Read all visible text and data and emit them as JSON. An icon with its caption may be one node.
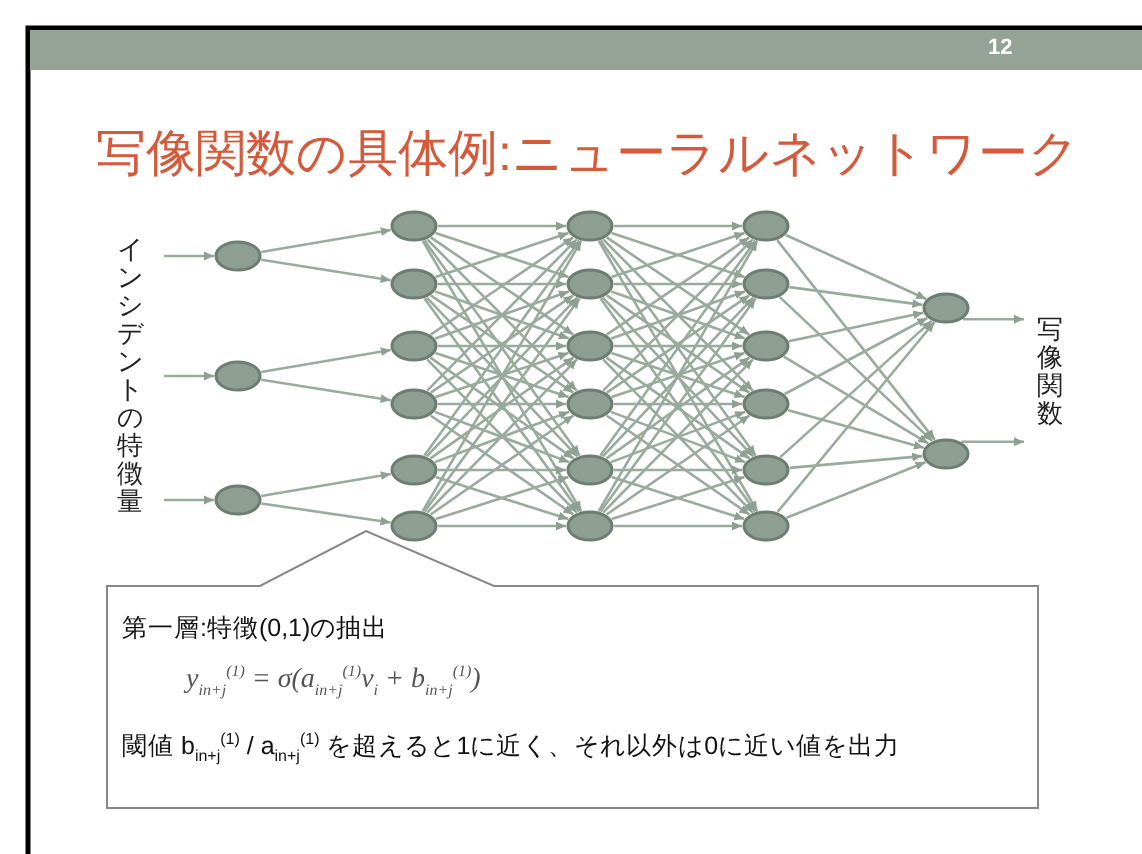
{
  "diagram": {
    "title": "写像関数の具体例:ニューラルネットワーク",
    "nodes": [
      {
        "text": [],
        "shape": "circle"
      },
      {
        "text": [],
        "shape": "circle"
      },
      {
        "text": [],
        "shape": "circle"
      },
      {
        "text": [],
        "shape": "circle"
      },
      {
        "text": [],
        "shape": "circle"
      },
      {
        "text": [],
        "shape": "circle"
      },
      {
        "text": [],
        "shape": "circle"
      },
      {
        "text": [],
        "shape": "circle"
      },
      {
        "text": [],
        "shape": "circle"
      },
      {
        "text": [],
        "shape": "circle"
      },
      {
        "text": [],
        "shape": "circle"
      },
      {
        "text": [],
        "shape": "circle"
      },
      {
        "text": [],
        "shape": "circle"
      },
      {
        "text": [],
        "shape": "circle"
      },
      {
        "text": [],
        "shape": "circle"
      },
      {
        "text": [],
        "shape": "circle"
      },
      {
        "text": [],
        "shape": "circle"
      },
      {
        "text": [],
        "shape": "circle"
      },
      {
        "text": [],
        "shape": "circle"
      },
      {
        "text": [],
        "shape": "circle"
      },
      {
        "text": [],
        "shape": "circle"
      },
      {
        "text": [],
        "shape": "circle"
      },
      {
        "text": [],
        "shape": "circle"
      },
      {
        "text": [
          "第一層:特徴(0,1)の抽出",
          "y$_{in+j}$$^{(1)}$ = σ(a$_{in+j}$$^{(1)}$v$_{i}$ + b$_{in+j}$$^{(1)}$)",
          "閾値 b$_{in+j}$$^{(1)}$ / a$_{in+j}$$^{(1)}$ を超えると1に近く、それ以外は0に近い値を出力"
        ]
      },
      {
        "text": [
          "インシデントの特徴量"
        ]
      },
      {
        "text": [
          "写像関数"
        ]
      }
    ],
    "edges": [
      {
        "from": 24,
        "to": 0,
        "arrow": "to"
      },
      {
        "from": 24,
        "to": 1,
        "arrow": "to"
      },
      {
        "from": 24,
        "to": 2,
        "arrow": "to"
      },
      {
        "from": 0,
        "to": 3,
        "arrow": "to"
      },
      {
        "from": 0,
        "to": 4,
        "arrow": "to"
      },
      {
        "from": 1,
        "to": 5,
        "arrow": "to"
      },
      {
        "from": 1,
        "to": 6,
        "arrow": "to"
      },
      {
        "from": 2,
        "to": 7,
        "arrow": "to"
      },
      {
        "from": 2,
        "to": 8,
        "arrow": "to"
      },
      {
        "from": 3,
        "to": 9,
        "arrow": "to"
      },
      {
        "from": 3,
        "to": 10,
        "arrow": "to"
      },
      {
        "from": 3,
        "to": 11,
        "arrow": "to"
      },
      {
        "from": 3,
        "to": 12,
        "arrow": "to"
      },
      {
        "from": 3,
        "to": 13,
        "arrow": "to"
      },
      {
        "from": 3,
        "to": 14,
        "arrow": "to"
      },
      {
        "from": 4,
        "to": 9,
        "arrow": "to"
      },
      {
        "from": 4,
        "to": 10,
        "arrow": "to"
      },
      {
        "from": 4,
        "to": 11,
        "arrow": "to"
      },
      {
        "from": 4,
        "to": 12,
        "arrow": "to"
      },
      {
        "from": 4,
        "to": 13,
        "arrow": "to"
      },
      {
        "from": 4,
        "to": 14,
        "arrow": "to"
      },
      {
        "from": 5,
        "to": 9,
        "arrow": "to"
      },
      {
        "from": 5,
        "to": 10,
        "arrow": "to"
      },
      {
        "from": 5,
        "to": 11,
        "arrow": "to"
      },
      {
        "from": 5,
        "to": 12,
        "arrow": "to"
      },
      {
        "from": 5,
        "to": 13,
        "arrow": "to"
      },
      {
        "from": 5,
        "to": 14,
        "arrow": "to"
      },
      {
        "from": 6,
        "to": 9,
        "arrow": "to"
      },
      {
        "from": 6,
        "to": 10,
        "arrow": "to"
      },
      {
        "from": 6,
        "to": 11,
        "arrow": "to"
      },
      {
        "from": 6,
        "to": 12,
        "arrow": "to"
      },
      {
        "from": 6,
        "to": 13,
        "arrow": "to"
      },
      {
        "from": 6,
        "to": 14,
        "arrow": "to"
      },
      {
        "from": 7,
        "to": 9,
        "arrow": "to"
      },
      {
        "from": 7,
        "to": 10,
        "arrow": "to"
      },
      {
        "from": 7,
        "to": 11,
        "arrow": "to"
      },
      {
        "from": 7,
        "to": 12,
        "arrow": "to"
      },
      {
        "from": 7,
        "to": 13,
        "arrow": "to"
      },
      {
        "from": 7,
        "to": 14,
        "arrow": "to"
      },
      {
        "from": 8,
        "to": 9,
        "arrow": "to"
      },
      {
        "from": 8,
        "to": 10,
        "arrow": "to"
      },
      {
        "from": 8,
        "to": 11,
        "arrow": "to"
      },
      {
        "from": 8,
        "to": 12,
        "arrow": "to"
      },
      {
        "from": 8,
        "to": 13,
        "arrow": "to"
      },
      {
        "from": 8,
        "to": 14,
        "arrow": "to"
      },
      {
        "from": 9,
        "to": 15,
        "arrow": "to"
      },
      {
        "from": 9,
        "to": 16,
        "arrow": "to"
      },
      {
        "from": 9,
        "to": 17,
        "arrow": "to"
      },
      {
        "from": 9,
        "to": 18,
        "arrow": "to"
      },
      {
        "from": 9,
        "to": 19,
        "arrow": "to"
      },
      {
        "from": 9,
        "to": 20,
        "arrow": "to"
      },
      {
        "from": 10,
        "to": 15,
        "arrow": "to"
      },
      {
        "from": 10,
        "to": 16,
        "arrow": "to"
      },
      {
        "from": 10,
        "to": 17,
        "arrow": "to"
      },
      {
        "from": 10,
        "to": 18,
        "arrow": "to"
      },
      {
        "from": 10,
        "to": 19,
        "arrow": "to"
      },
      {
        "from": 10,
        "to": 20,
        "arrow": "to"
      },
      {
        "from": 11,
        "to": 15,
        "arrow": "to"
      },
      {
        "from": 11,
        "to": 16,
        "arrow": "to"
      },
      {
        "from": 11,
        "to": 17,
        "arrow": "to"
      },
      {
        "from": 11,
        "to": 18,
        "arrow": "to"
      },
      {
        "from": 11,
        "to": 19,
        "arrow": "to"
      },
      {
        "from": 11,
        "to": 20,
        "arrow": "to"
      },
      {
        "from": 12,
        "to": 15,
        "arrow": "to"
      },
      {
        "from": 12,
        "to": 16,
        "arrow": "to"
      },
      {
        "from": 12,
        "to": 17,
        "arrow": "to"
      },
      {
        "from": 12,
        "to": 18,
        "arrow": "to"
      },
      {
        "from": 12,
        "to": 19,
        "arrow": "to"
      },
      {
        "from": 12,
        "to": 20,
        "arrow": "to"
      },
      {
        "from": 13,
        "to": 15,
        "arrow": "to"
      },
      {
        "from": 13,
        "to": 16,
        "arrow": "to"
      },
      {
        "from": 13,
        "to": 17,
        "arrow": "to"
      },
      {
        "from": 13,
        "to": 18,
        "arrow": "to"
      },
      {
        "from": 13,
        "to": 19,
        "arrow": "to"
      },
      {
        "from": 13,
        "to": 20,
        "arrow": "to"
      },
      {
        "from": 14,
        "to": 15,
        "arrow": "to"
      },
      {
        "from": 14,
        "to": 16,
        "arrow": "to"
      },
      {
        "from": 14,
        "to": 17,
        "arrow": "to"
      },
      {
        "from": 14,
        "to": 18,
        "arrow": "to"
      },
      {
        "from": 14,
        "to": 19,
        "arrow": "to"
      },
      {
        "from": 14,
        "to": 20,
        "arrow": "to"
      },
      {
        "from": 15,
        "to": 21,
        "arrow": "to"
      },
      {
        "from": 15,
        "to": 22,
        "arrow": "to"
      },
      {
        "from": 16,
        "to": 21,
        "arrow": "to"
      },
      {
        "from": 16,
        "to": 22,
        "arrow": "to"
      },
      {
        "from": 17,
        "to": 21,
        "arrow": "to"
      },
      {
        "from": 17,
        "to": 22,
        "arrow": "to"
      },
      {
        "from": 18,
        "to": 21,
        "arrow": "to"
      },
      {
        "from": 18,
        "to": 22,
        "arrow": "to"
      },
      {
        "from": 19,
        "to": 21,
        "arrow": "to"
      },
      {
        "from": 19,
        "to": 22,
        "arrow": "to"
      },
      {
        "from": 20,
        "to": 21,
        "arrow": "to"
      },
      {
        "from": 20,
        "to": 22,
        "arrow": "to"
      },
      {
        "from": 21,
        "to": 25,
        "arrow": "to"
      },
      {
        "from": 22,
        "to": 25,
        "arrow": "to"
      }
    ],
    "labels": [
      "12"
    ]
  }
}
